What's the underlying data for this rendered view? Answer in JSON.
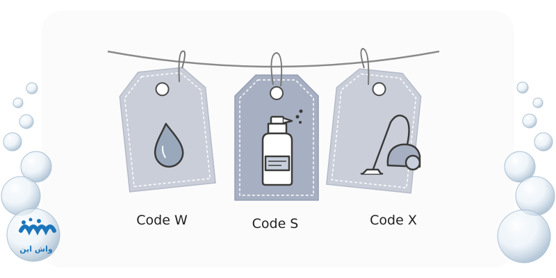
{
  "tags": [
    {
      "label": "Code W",
      "icon": "water-drop-icon",
      "color": "#c9ced9"
    },
    {
      "label": "Code S",
      "icon": "spray-bottle-icon",
      "color": "#a7b0c2"
    },
    {
      "label": "Code X",
      "icon": "vacuum-cleaner-icon",
      "color": "#c9ced9"
    }
  ],
  "logo": {
    "text": "واش این",
    "color": "#1b75bb"
  },
  "colors": {
    "icon_stroke": "#3a3a3a",
    "rope": "#8a8a8a"
  }
}
